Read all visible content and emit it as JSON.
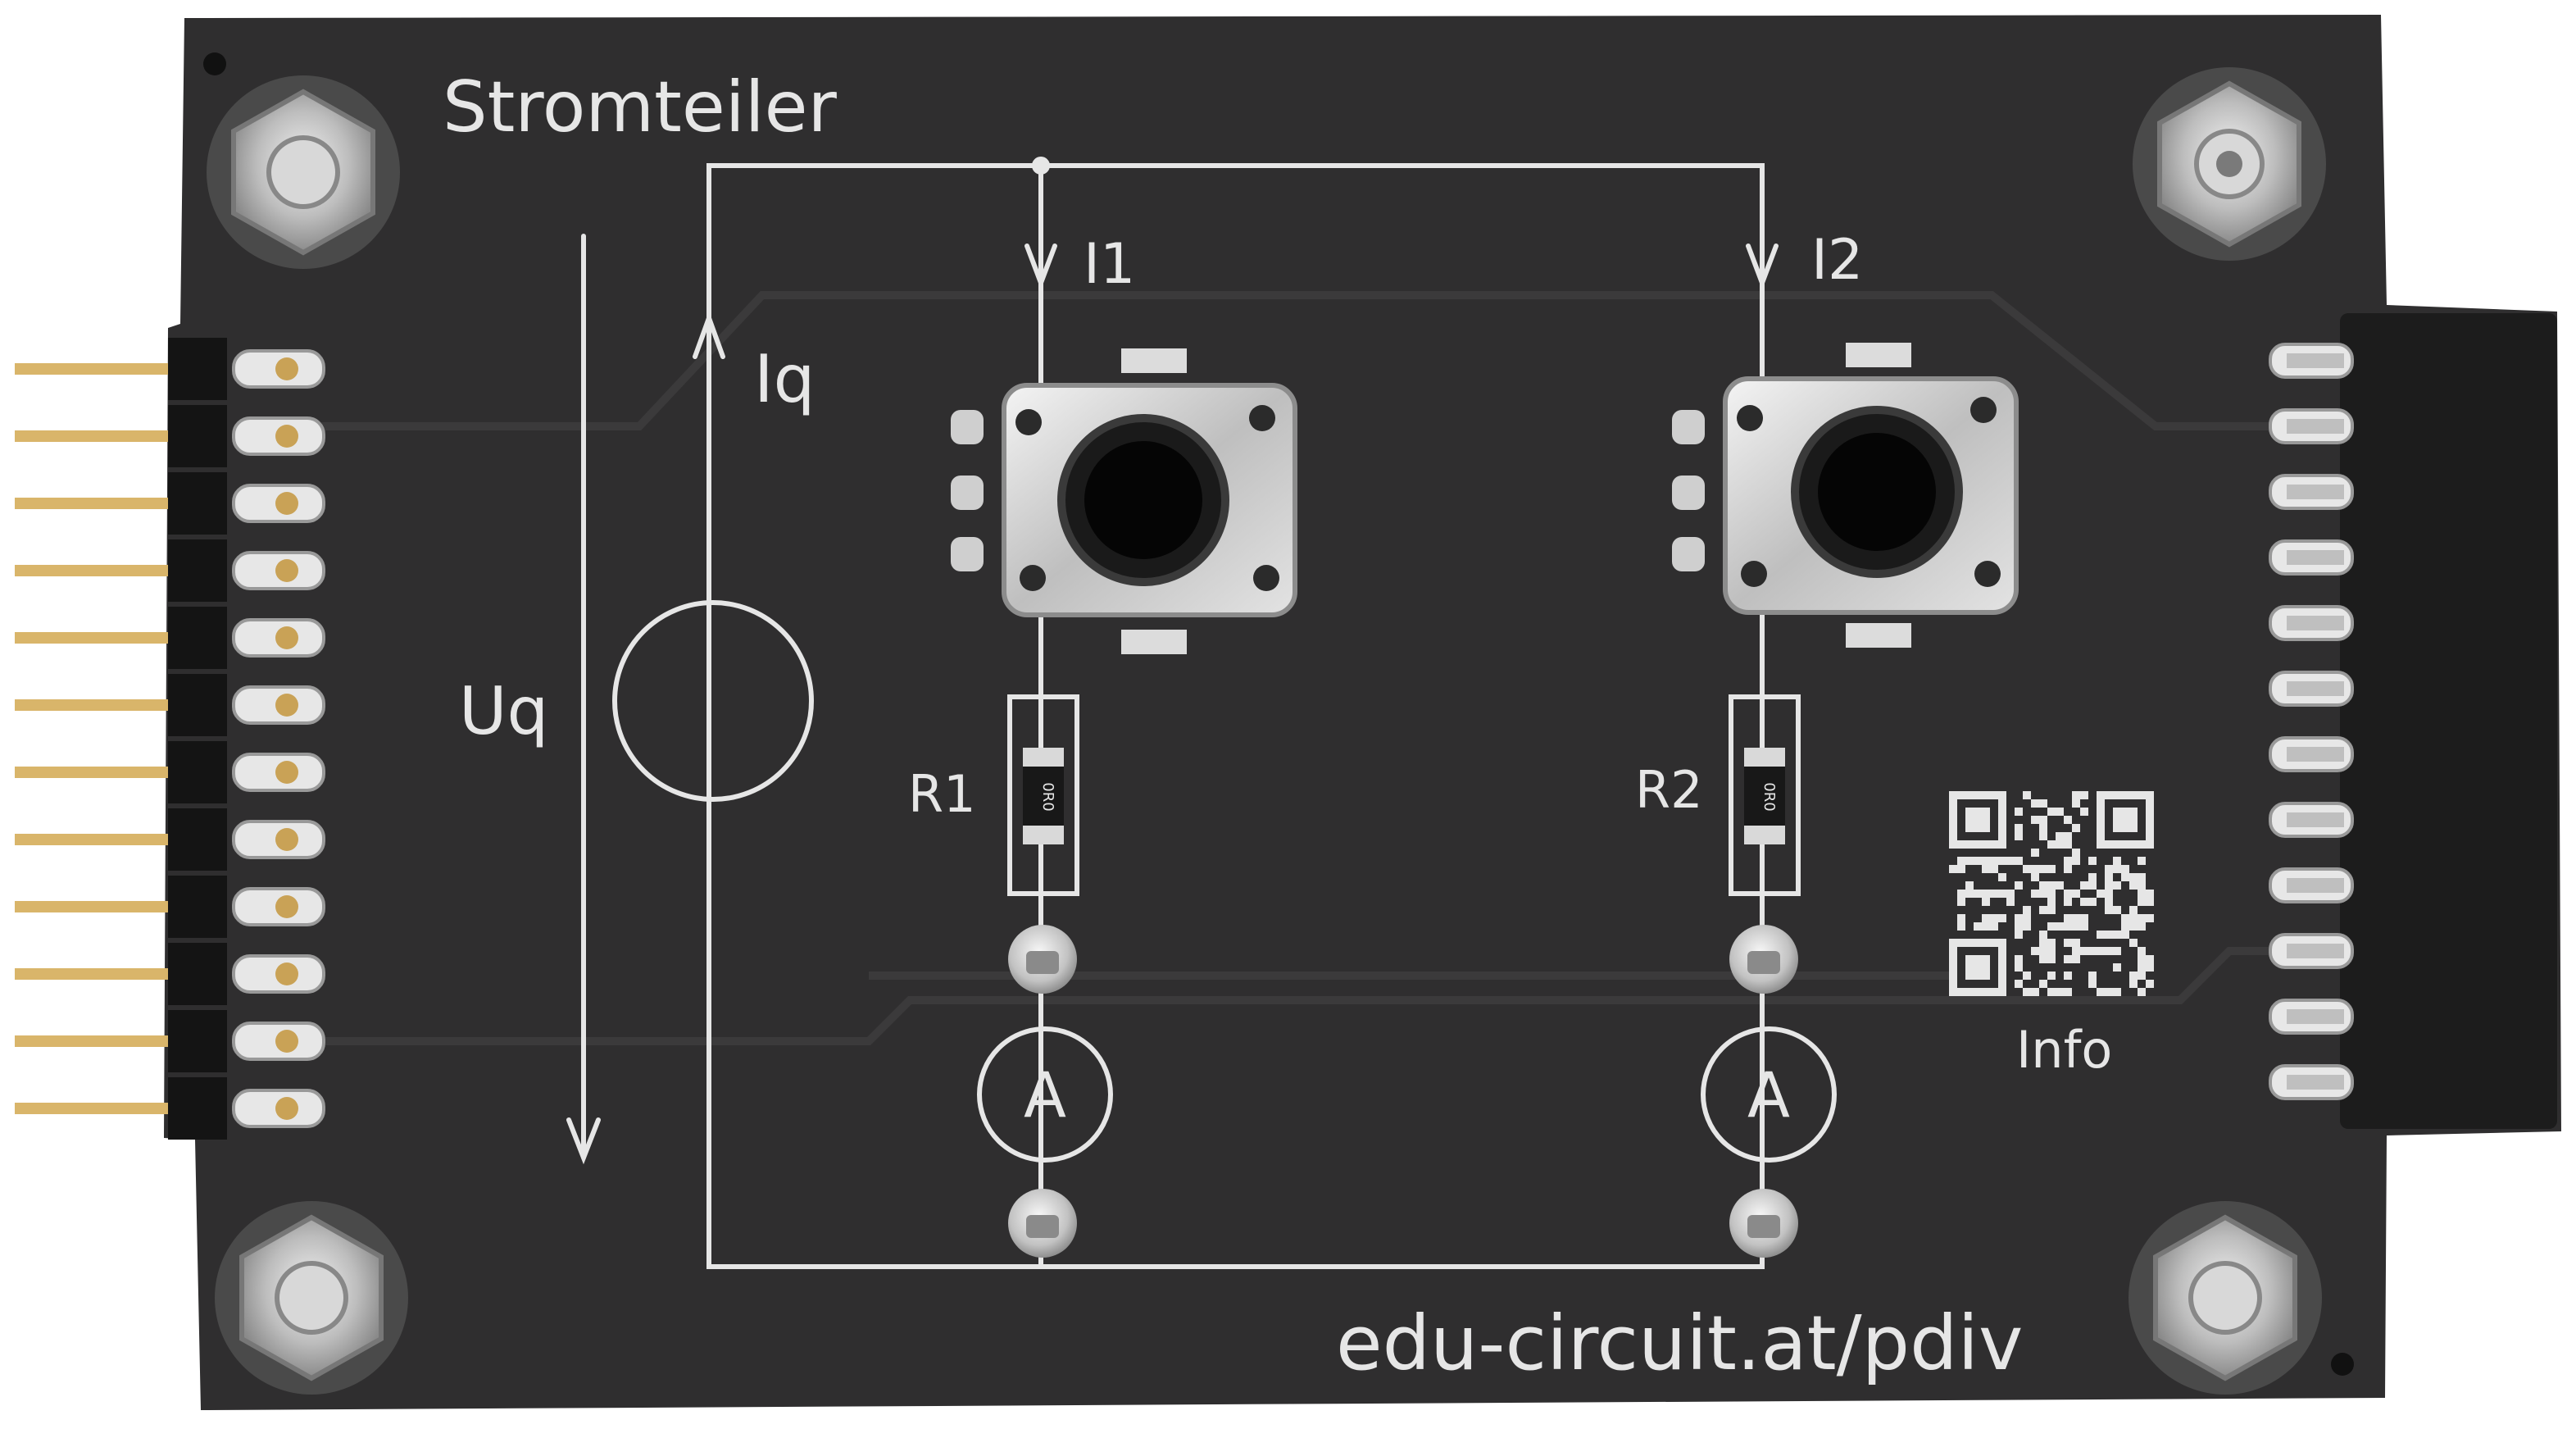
{
  "board": {
    "title": "Stromteiler",
    "url": "edu-circuit.at/pdiv",
    "qr_caption": "Info"
  },
  "labels": {
    "i1": "I1",
    "i2": "I2",
    "iq": "Iq",
    "uq": "Uq",
    "r1": "R1",
    "r2": "R2",
    "ammeter": "A"
  },
  "colors": {
    "pcb": "#2f2e2f",
    "silkscreen": "#e6e6e6",
    "metal": "#c9c9c9",
    "gold": "#c9a256",
    "header_plastic": "#141414"
  }
}
